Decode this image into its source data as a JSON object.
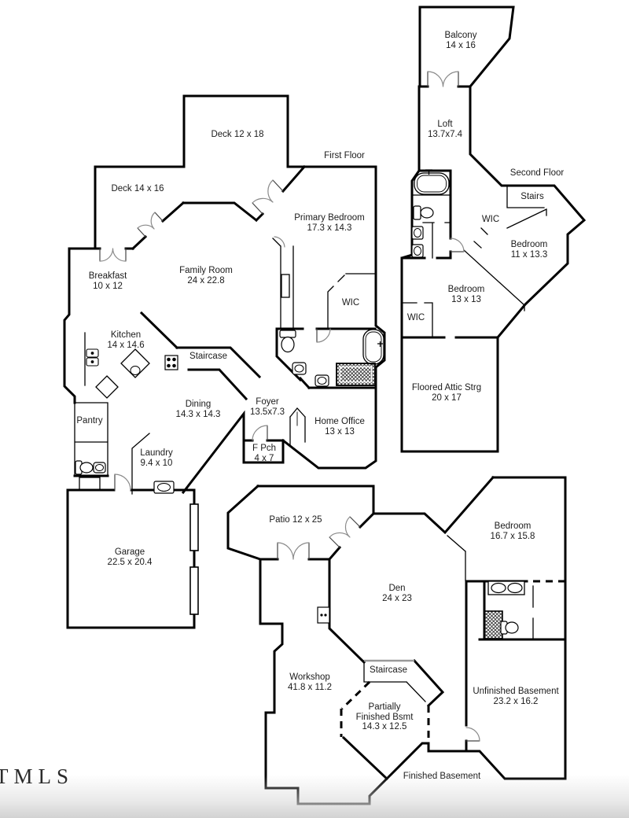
{
  "watermark": "TMLS",
  "colors": {
    "wall": "#000000",
    "text": "#1b1b1b",
    "door_arc": "#8a8a8a",
    "background": "#ffffff"
  },
  "floors": {
    "first": {
      "label": "First Floor",
      "rooms": {
        "deck_upper": {
          "lines": [
            "Deck 12 x 18"
          ]
        },
        "deck_lower": {
          "lines": [
            "Deck 14 x 16"
          ]
        },
        "primary_bedroom": {
          "lines": [
            "Primary Bedroom",
            "17.3 x 14.3"
          ]
        },
        "breakfast": {
          "lines": [
            "Breakfast",
            "10 x 12"
          ]
        },
        "family_room": {
          "lines": [
            "Family Room",
            "24 x 22.8"
          ]
        },
        "kitchen": {
          "lines": [
            "Kitchen",
            "14 x 14.6"
          ]
        },
        "staircase": {
          "lines": [
            "Staircase"
          ]
        },
        "wic": {
          "lines": [
            "WIC"
          ]
        },
        "dining": {
          "lines": [
            "Dining",
            "14.3 x 14.3"
          ]
        },
        "foyer": {
          "lines": [
            "Foyer",
            "13.5x7.3"
          ]
        },
        "pantry": {
          "lines": [
            "Pantry"
          ]
        },
        "home_office": {
          "lines": [
            "Home Office",
            "13 x 13"
          ]
        },
        "laundry": {
          "lines": [
            "Laundry",
            "9.4 x 10"
          ]
        },
        "front_porch": {
          "lines": [
            "F Pch",
            "4 x 7"
          ]
        },
        "garage": {
          "lines": [
            "Garage",
            "22.5 x 20.4"
          ]
        }
      }
    },
    "second": {
      "label": "Second Floor",
      "rooms": {
        "balcony": {
          "lines": [
            "Balcony",
            "14 x 16"
          ]
        },
        "loft": {
          "lines": [
            "Loft",
            "13.7x7.4"
          ]
        },
        "stairs": {
          "lines": [
            "Stairs"
          ]
        },
        "wic_a": {
          "lines": [
            "WIC"
          ]
        },
        "bedroom_2": {
          "lines": [
            "Bedroom",
            "11 x 13.3"
          ]
        },
        "bedroom_3": {
          "lines": [
            "Bedroom",
            "13 x 13"
          ]
        },
        "wic_b": {
          "lines": [
            "WIC"
          ]
        },
        "attic": {
          "lines": [
            "Floored Attic Strg",
            "20 x 17"
          ]
        }
      }
    },
    "basement": {
      "label": "Finished Basement",
      "rooms": {
        "patio": {
          "lines": [
            "Patio 12 x 25"
          ]
        },
        "bedroom_4": {
          "lines": [
            "Bedroom",
            "16.7 x 15.8"
          ]
        },
        "den": {
          "lines": [
            "Den",
            "24 x 23"
          ]
        },
        "workshop": {
          "lines": [
            "Workshop",
            "41.8 x 11.2"
          ]
        },
        "staircase_b": {
          "lines": [
            "Staircase"
          ]
        },
        "partial": {
          "lines": [
            "Partially",
            "Finished Bsmt",
            "14.3 x 12.5"
          ]
        },
        "unfinished": {
          "lines": [
            "Unfinished Basement",
            "23.2 x 16.2"
          ]
        }
      }
    }
  }
}
